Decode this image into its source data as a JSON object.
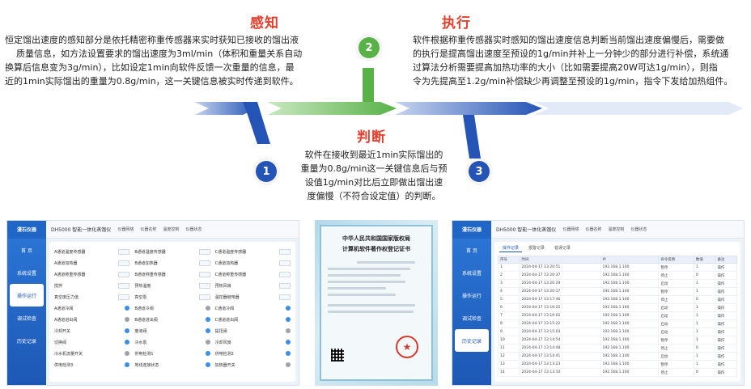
{
  "sections": {
    "perception": {
      "title": "感知",
      "lines": [
        "恒定馏出速度的感知部分是依托精密称重传感器来实时获知已接收的馏出液",
        "质量信息，如方法设置要求的馏出速度为3ml/min（体积和重量关系自动",
        "换算后信息变为3g/min），比如设定1min向软件反馈一次重量的信息，最",
        "近的1min实际馏出的重量为0.8g/min，这一关键信息被实时传递到软件。"
      ]
    },
    "execution": {
      "title": "执行",
      "lines": [
        "软件根据称重传感器实时感知的馏出速度信息判断当前馏出速度偏慢后，需要做",
        "的执行是提高馏出速度至预设的1g/min并补上一分钟少的部分进行补偿，系统通",
        "过算法分析需要提高加热功率的大小（比如需要提高20W可达1g/min），则指",
        "令为先提高至1.2g/min补偿缺少再调整至预设的1g/min，指令下发给加热组件。"
      ]
    },
    "judgment": {
      "title": "判断",
      "lines": [
        "软件在接收到最近1min实际馏出的",
        "重量为0.8g/min这一关键信息后与预",
        "设值1g/min对比后立即做出馏出速",
        "度偏慢（不符合设定值）的判断。"
      ]
    }
  },
  "steps": [
    "1",
    "2",
    "3"
  ],
  "colors": {
    "heading": "#e63f2d",
    "blue": "#2454b6",
    "green": "#58b248"
  },
  "shots": {
    "left": {
      "logo": "漫石仪器",
      "app_title": "DH5000 智能一体化蒸馏仪",
      "chips": [
        "仪器网络",
        "仪器名称",
        "温度控制",
        "仪器状态"
      ],
      "nav": [
        "首 页",
        "系统设置",
        "操作运行",
        "调试检查",
        "历史记录"
      ],
      "grid": [
        [
          "A通道温度传感器",
          "B通道温度传感器",
          "C通道温度传感器"
        ],
        [
          "A通道加热器",
          "B通道加热器",
          "C通道加热器"
        ],
        [
          "A通道称重传感器",
          "B通道称重传感器",
          "C通道称重传感器"
        ],
        [
          "搅拌",
          "预热温度",
          "预热风扇"
        ],
        [
          "真空度压力值",
          "真空泵",
          "温控器继电器"
        ],
        [
          "A通道冷阀",
          "B通道冷阀",
          "C通道冷阀"
        ],
        [
          "A通道进出阀",
          "B通道进出阀",
          "C通道进出阀"
        ],
        [
          "冷却开关",
          "废液阀",
          "提扭阀"
        ],
        [
          "切换阀",
          "冷水泵",
          "冷却风扇"
        ],
        [
          "冷水机流量开关",
          "供电检测1",
          "供电检测2"
        ],
        [
          "供电检测3",
          "地线连接状态",
          "加热器开关"
        ]
      ]
    },
    "right": {
      "logo": "漫石仪器",
      "app_title": "DH5000 智能一体化蒸馏仪",
      "chips": [
        "仪器网络",
        "仪器名称",
        "温度控制",
        "仪器状态"
      ],
      "nav": [
        "首 页",
        "系统设置",
        "操作运行",
        "调试检查",
        "历史记录"
      ],
      "tabs": [
        "操作记录",
        "报警记录",
        "错误记录"
      ],
      "columns": [
        "序号",
        "时间",
        "IP",
        "命令名称",
        "数值",
        "备注"
      ],
      "rows": [
        [
          "1",
          "2024-04-17 13:20:51",
          "192.168.1.100",
          "暂停",
          "1",
          "操作"
        ],
        [
          "2",
          "2024-04-17 13:20:37",
          "192.168.1.100",
          "停止",
          "0",
          "操作"
        ],
        [
          "3",
          "2024-04-17 13:20:29",
          "192.168.1.100",
          "启动",
          "1",
          "操作"
        ],
        [
          "4",
          "2024-04-17 13:20:17",
          "192.168.1.100",
          "暂停",
          "1",
          "操作"
        ],
        [
          "5",
          "2024-04-17 13:17:46",
          "192.168.1.100",
          "停止",
          "0",
          "操作"
        ],
        [
          "6",
          "2024-04-17 13:16:25",
          "192.168.1.100",
          "启动",
          "1",
          "操作"
        ],
        [
          "7",
          "2024-04-17 13:16:02",
          "192.168.1.100",
          "启动",
          "1",
          "操作"
        ],
        [
          "8",
          "2024-04-17 13:15:22",
          "192.168.1.100",
          "启动",
          "1",
          "操作"
        ],
        [
          "9",
          "2024-04-17 13:15:03",
          "192.168.1.100",
          "启动",
          "1",
          "操作"
        ],
        [
          "10",
          "2024-04-17 13:14:54",
          "192.168.1.100",
          "暂停",
          "1",
          "操作"
        ],
        [
          "11",
          "2024-04-17 13:14:48",
          "192.168.1.100",
          "停止",
          "0",
          "操作"
        ],
        [
          "12",
          "2024-04-17 13:14:41",
          "192.168.1.100",
          "启动",
          "1",
          "操作"
        ],
        [
          "13",
          "2024-04-17 13:13:23",
          "192.168.1.100",
          "暂停",
          "1",
          "操作"
        ],
        [
          "14",
          "2024-04-17 13:13:10",
          "192.168.1.100",
          "停止",
          "0",
          "操作"
        ]
      ]
    },
    "certificate": {
      "title_line1": "中华人民共和国国家版权局",
      "title_line2": "计算机软件著作权登记证书"
    }
  }
}
